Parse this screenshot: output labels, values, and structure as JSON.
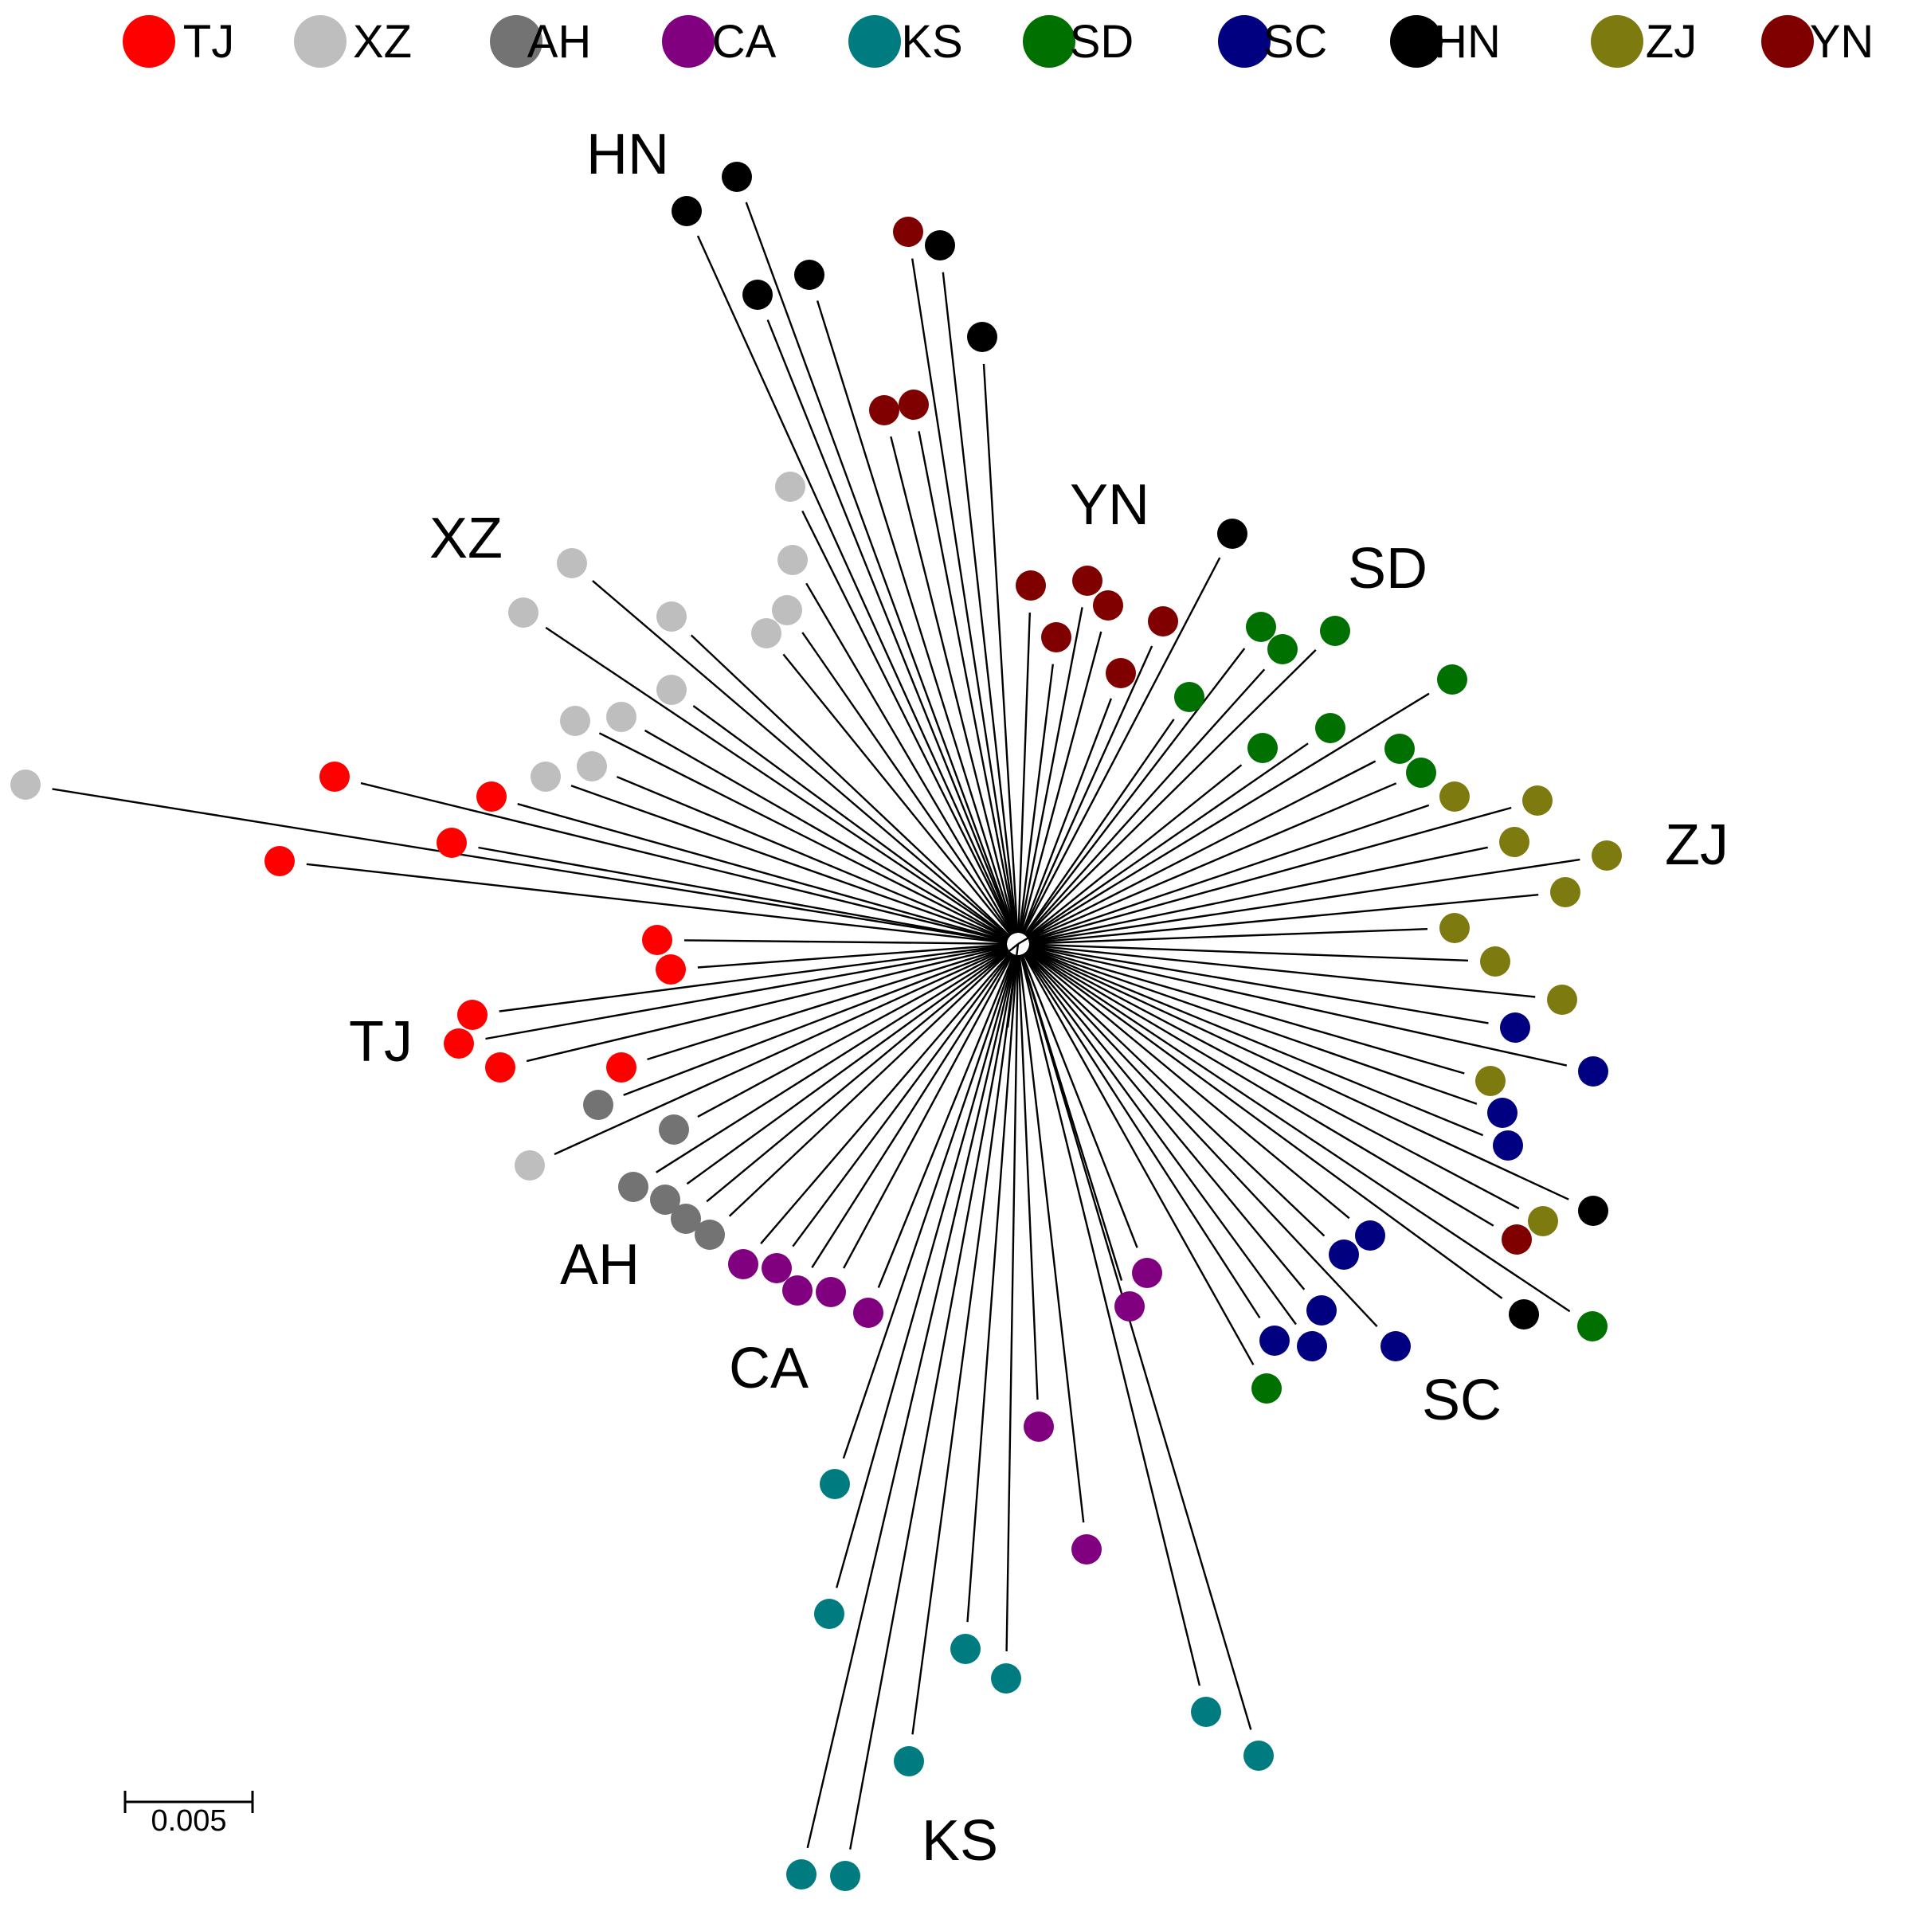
{
  "populations": [
    {
      "code": "TJ",
      "color": "#ff0000"
    },
    {
      "code": "XZ",
      "color": "#bebebe"
    },
    {
      "code": "AH",
      "color": "#737373"
    },
    {
      "code": "CA",
      "color": "#800080"
    },
    {
      "code": "KS",
      "color": "#007c80"
    },
    {
      "code": "SD",
      "color": "#007100"
    },
    {
      "code": "SC",
      "color": "#000080"
    },
    {
      "code": "HN",
      "color": "#000000"
    },
    {
      "code": "ZJ",
      "color": "#7d7a10"
    },
    {
      "code": "YN",
      "color": "#800000"
    }
  ],
  "cluster_labels": [
    "HN",
    "YN",
    "XZ",
    "SD",
    "ZJ",
    "TJ",
    "AH",
    "CA",
    "SC",
    "KS"
  ],
  "scale_bar": {
    "label": "0.005"
  }
}
